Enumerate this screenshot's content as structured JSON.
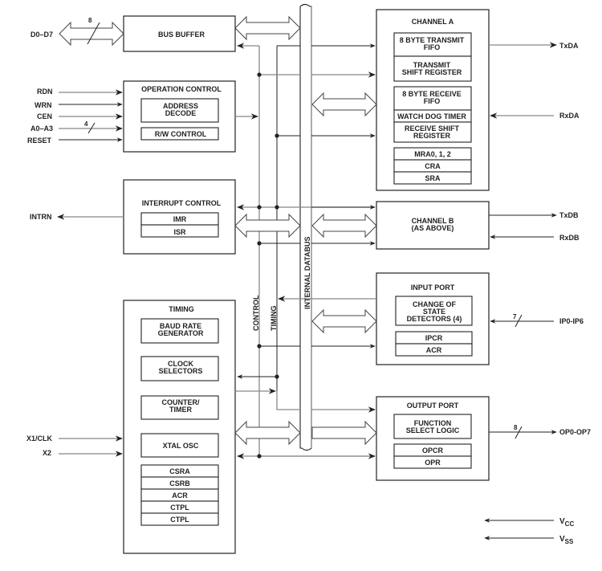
{
  "blocks": {
    "bus_buffer": {
      "title": "BUS BUFFER"
    },
    "operation_control": {
      "title": "OPERATION CONTROL",
      "subs": [
        "ADDRESS\nDECODE",
        "R/W CONTROL"
      ]
    },
    "interrupt_control": {
      "title": "INTERRUPT CONTROL",
      "subs": [
        "IMR",
        "ISR"
      ]
    },
    "timing": {
      "title": "TIMING",
      "subs": [
        "BAUD RATE\nGENERATOR",
        "CLOCK\nSELECTORS",
        "COUNTER/\nTIMER",
        "XTAL OSC"
      ],
      "registers": [
        "CSRA",
        "CSRB",
        "ACR",
        "CTPL",
        "CTPL"
      ]
    },
    "channel_a": {
      "title": "CHANNEL A",
      "subs": [
        "8 BYTE TRANSMIT\nFIFO",
        "TRANSMIT\nSHIFT REGISTER",
        "8 BYTE RECEIVE\nFIFO",
        "WATCH DOG TIMER",
        "RECEIVE SHIFT\nREGISTER"
      ],
      "registers": [
        "MRA0, 1, 2",
        "CRA",
        "SRA"
      ]
    },
    "channel_b": {
      "title": "CHANNEL B\n(AS ABOVE)"
    },
    "input_port": {
      "title": "INPUT PORT",
      "subs": [
        "CHANGE OF\nSTATE\nDETECTORS (4)"
      ],
      "registers": [
        "IPCR",
        "ACR"
      ]
    },
    "output_port": {
      "title": "OUTPUT PORT",
      "subs": [
        "FUNCTION\nSELECT LOGIC"
      ],
      "registers": [
        "OPCR",
        "OPR"
      ]
    }
  },
  "buses": {
    "control": "CONTROL",
    "timing": "TIMING",
    "internal": "INTERNAL DATABUS"
  },
  "signals": {
    "d0_d7": "D0–D7",
    "d_width": "8",
    "rdn": "RDN",
    "wrn": "WRN",
    "cen": "CEN",
    "a0_a3": "A0–A3",
    "a_width": "4",
    "reset": "RESET",
    "intrn": "INTRN",
    "x1clk": "X1/CLK",
    "x2": "X2",
    "txda": "TxDA",
    "rxda": "RxDA",
    "txdb": "TxDB",
    "rxdb": "RxDB",
    "ip": "IP0-IP6",
    "ip_width": "7",
    "op": "OP0-OP7",
    "op_width": "8",
    "vcc": "V",
    "vcc_sub": "CC",
    "vss": "V",
    "vss_sub": "SS"
  }
}
